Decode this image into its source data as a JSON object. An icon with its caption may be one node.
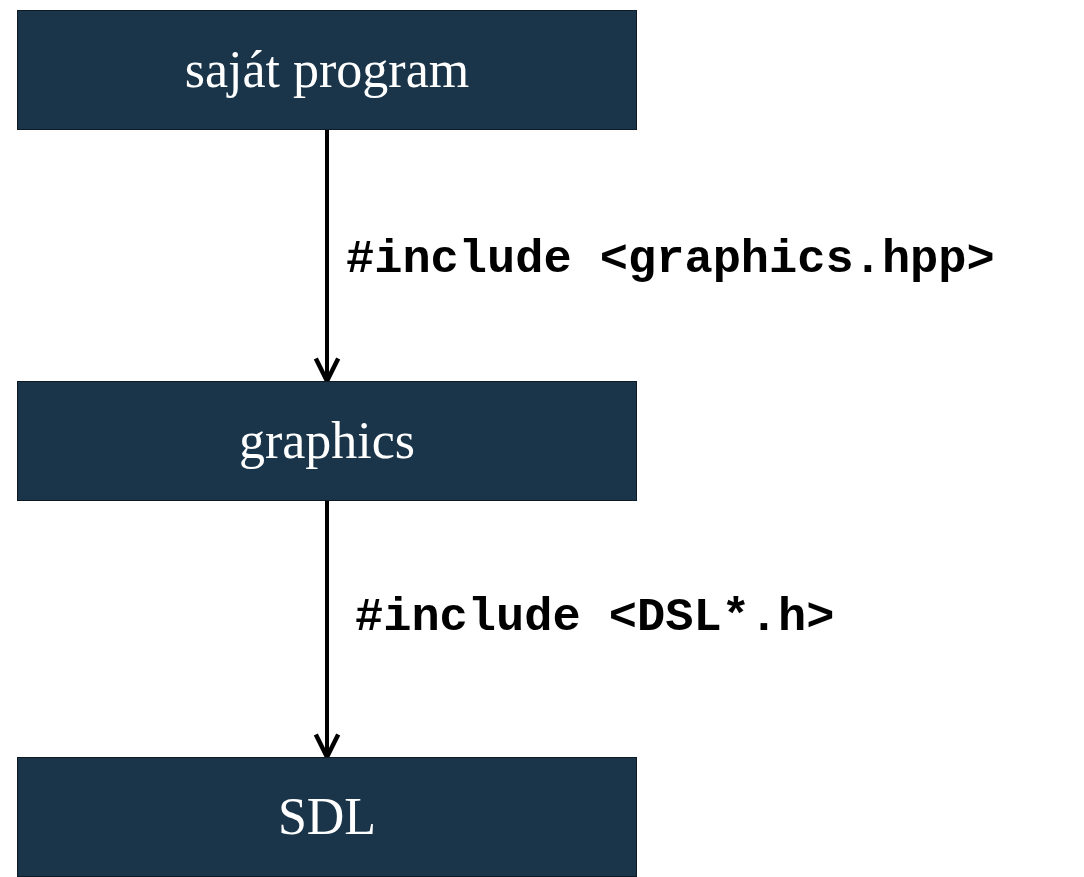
{
  "diagram": {
    "nodes": [
      {
        "text": [
          "saját program"
        ]
      },
      {
        "text": [
          "graphics"
        ]
      },
      {
        "text": [
          "SDL"
        ]
      }
    ],
    "edges": [
      {
        "from": 0,
        "to": 1,
        "arrow": "to",
        "label": "#include <graphics.hpp>"
      },
      {
        "from": 1,
        "to": 2,
        "arrow": "to",
        "label": "#include <DSL*.h>"
      }
    ]
  }
}
